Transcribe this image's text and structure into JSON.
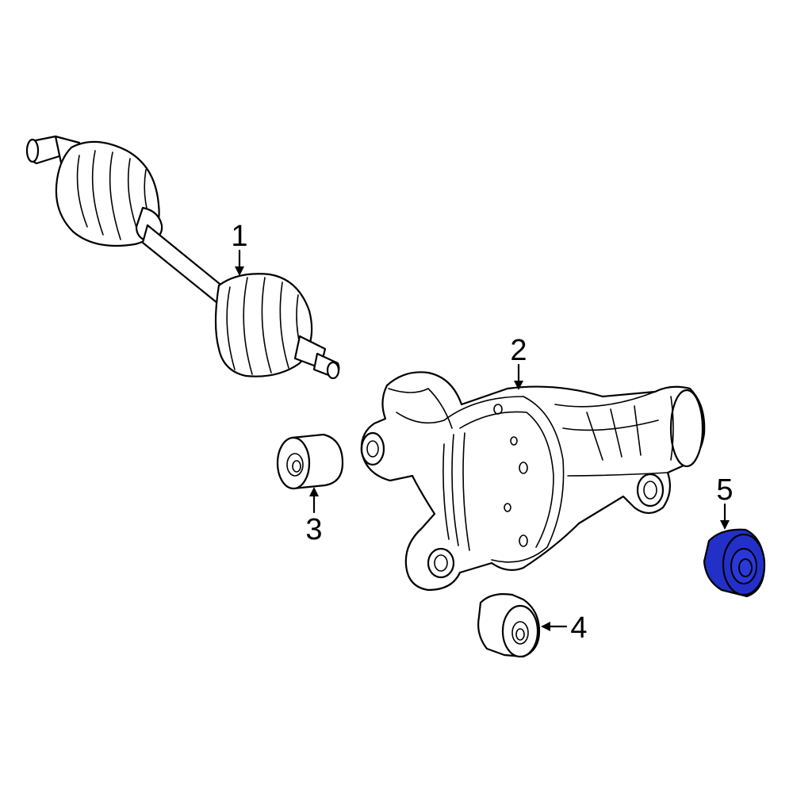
{
  "diagram": {
    "highlight_color": "#2330c8",
    "callouts": [
      {
        "id": "1",
        "label": "1"
      },
      {
        "id": "2",
        "label": "2"
      },
      {
        "id": "3",
        "label": "3"
      },
      {
        "id": "4",
        "label": "4"
      },
      {
        "id": "5",
        "label": "5"
      }
    ]
  }
}
